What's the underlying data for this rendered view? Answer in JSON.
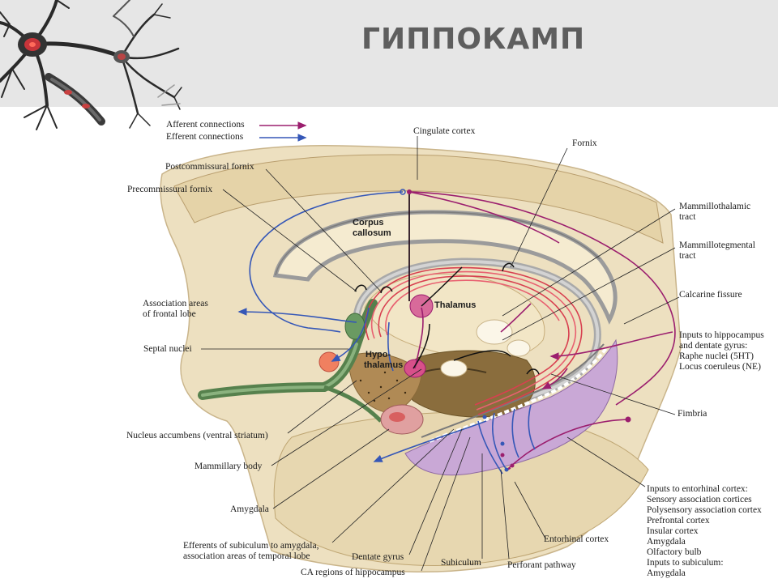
{
  "title": "ГИППОКАМП",
  "legend": {
    "afferent": "Afferent connections",
    "efferent": "Efferent connections",
    "afferent_color": "#9b1e6e",
    "efferent_color": "#3557b7"
  },
  "labels": {
    "cingulate_cortex": "Cingulate cortex",
    "fornix": "Fornix",
    "postcommissural_fornix": "Postcommissural fornix",
    "precommissural_fornix": "Precommissural fornix",
    "corpus_callosum_1": "Corpus",
    "corpus_callosum_2": "callosum",
    "mammillothalamic_1": "Mammillothalamic",
    "mammillothalamic_2": "tract",
    "mammillotegmental_1": "Mammillotegmental",
    "mammillotegmental_2": "tract",
    "association_frontal_1": "Association areas",
    "association_frontal_2": "of frontal lobe",
    "thalamus": "Thalamus",
    "calcarine_fissure": "Calcarine fissure",
    "septal_nuclei": "Septal nuclei",
    "hypothalamus_1": "Hypo-",
    "hypothalamus_2": "thalamus",
    "fimbria": "Fimbria",
    "nucleus_accumbens": "Nucleus accumbens (ventral striatum)",
    "mammillary_body": "Mammillary body",
    "amygdala": "Amygdala",
    "efferents_subiculum_1": "Efferents of subiculum to amygdala,",
    "efferents_subiculum_2": "association areas of temporal lobe",
    "dentate_gyrus": "Dentate gyrus",
    "subiculum": "Subiculum",
    "perforant_pathway": "Perforant pathway",
    "entorhinal_cortex": "Entorhinal cortex",
    "ca_regions": "CA regions of hippocampus"
  },
  "inputs_hippocampus": [
    "Inputs to hippocampus",
    "and dentate gyrus:",
    "Raphe nuclei (5HT)",
    "Locus coeruleus (NE)"
  ],
  "inputs_entorhinal": [
    "Inputs to entorhinal cortex:",
    "Sensory association cortices",
    "Polysensory association cortex",
    "Prefrontal cortex",
    "Insular cortex",
    "Amygdala",
    "Olfactory bulb",
    "Inputs to subiculum:",
    "Amygdala"
  ]
}
